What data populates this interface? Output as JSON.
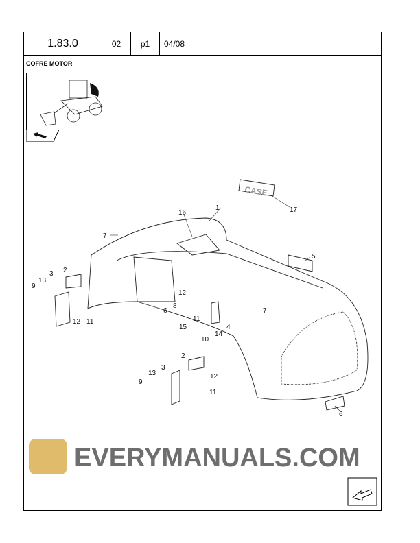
{
  "header": {
    "section": "1.83.0",
    "code": "02",
    "page": "p1",
    "date": "04/08"
  },
  "title": "COFRE MOTOR",
  "emblem_text": "CASE",
  "watermark": "EVERYMANUALS.COM",
  "callouts": [
    "1",
    "16",
    "17",
    "7",
    "2",
    "3",
    "13",
    "9",
    "5",
    "12",
    "8",
    "6",
    "12",
    "11",
    "11",
    "15",
    "14",
    "4",
    "10",
    "7",
    "2",
    "3",
    "13",
    "9",
    "12",
    "11",
    "6"
  ]
}
